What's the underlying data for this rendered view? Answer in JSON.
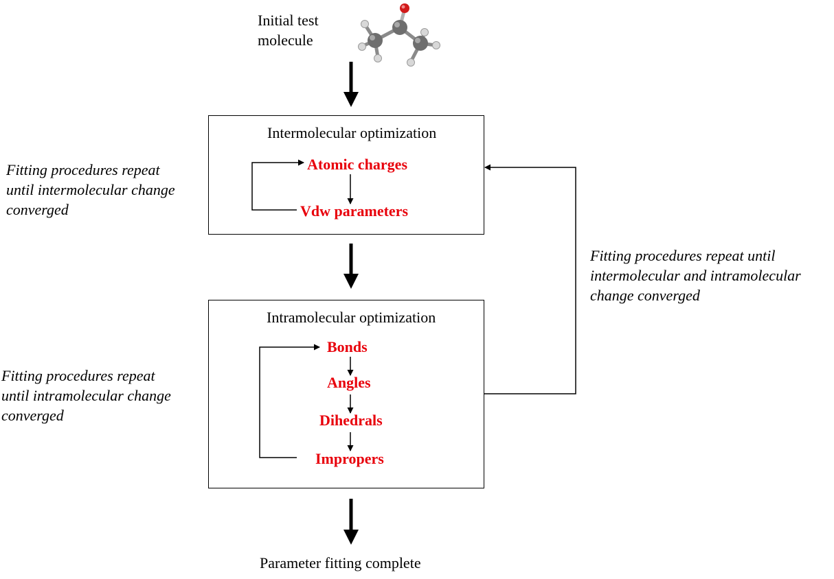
{
  "start": {
    "line1": "Initial test",
    "line2": "molecule"
  },
  "intermolecular": {
    "title": "Intermolecular optimization",
    "items": [
      "Atomic charges",
      "Vdw parameters"
    ]
  },
  "intramolecular": {
    "title": "Intramolecular optimization",
    "items": [
      "Bonds",
      "Angles",
      "Dihedrals",
      "Impropers"
    ]
  },
  "notes": {
    "inter_loop": [
      "Fitting procedures repeat",
      "until intermolecular change",
      "converged"
    ],
    "intra_loop": [
      "Fitting procedures repeat",
      "until intramolecular change",
      "converged"
    ],
    "outer_loop": [
      "Fitting procedures repeat until",
      "intermolecular and intramolecular",
      "change converged"
    ]
  },
  "end": "Parameter fitting complete",
  "colors": {
    "parameter_text": "#e8000b",
    "lines": "#000000"
  },
  "molecule_icon": "acetone-ball-and-stick-icon"
}
